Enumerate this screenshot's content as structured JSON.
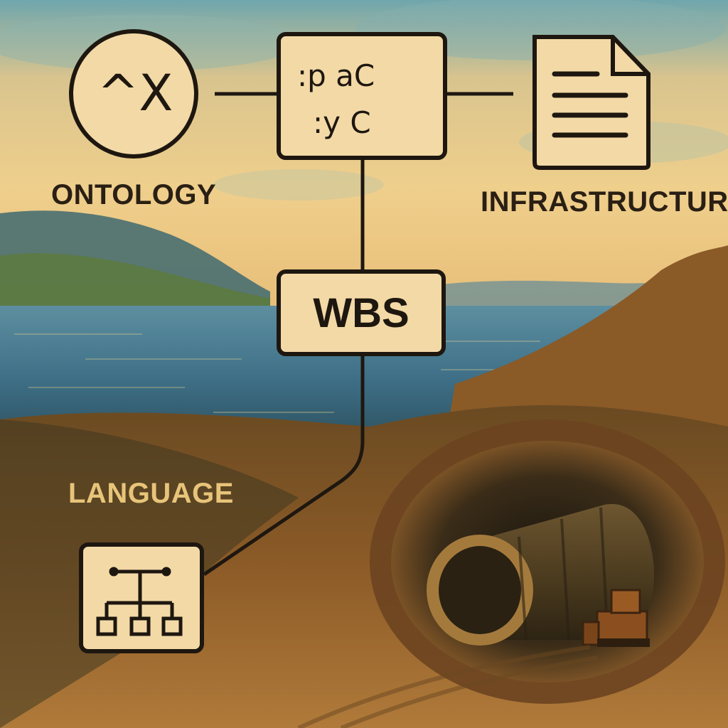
{
  "diagram": {
    "nodes": {
      "ontology": {
        "label": "ONTOLOGY",
        "glyph": "^X",
        "icon": "circle-symbol-icon"
      },
      "code": {
        "line1": ":p aC",
        "line2": ":y C",
        "icon": "code-box-icon"
      },
      "infrastructure": {
        "label": "INFRASTRUCTURE",
        "icon": "document-icon"
      },
      "wbs": {
        "label": "WBS"
      },
      "language": {
        "label": "LANGUAGE",
        "icon": "hierarchy-tree-icon"
      }
    },
    "edges": [
      [
        "ontology",
        "code"
      ],
      [
        "code",
        "infrastructure"
      ],
      [
        "code",
        "wbs"
      ],
      [
        "wbs",
        "language"
      ]
    ]
  },
  "scene": {
    "sky_color": "#e9c98a",
    "water_color": "#3f6f86",
    "earth_color": "#8a5424",
    "box_fill": "#f2d9a6",
    "stroke_color": "#1e1710",
    "label_dark": "#2a1f14",
    "label_light": "#e8c47a"
  }
}
